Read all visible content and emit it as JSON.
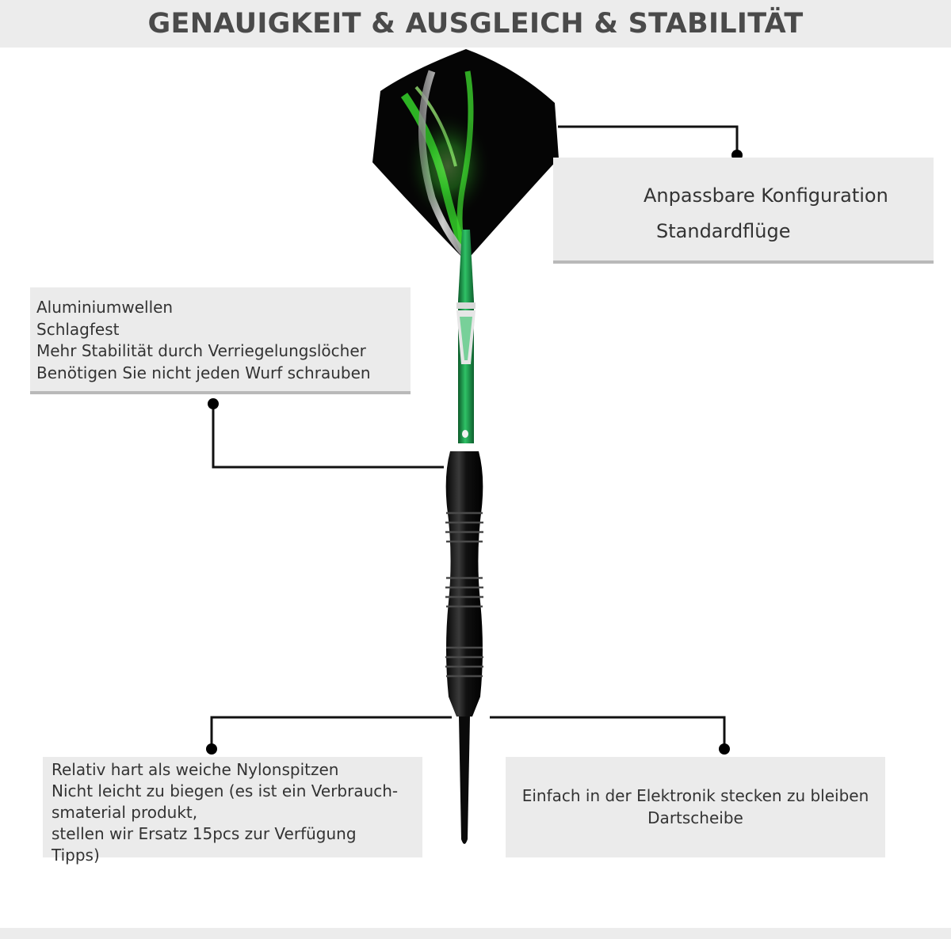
{
  "title": "GENAUIGKEIT & AUSGLEICH & STABILITÄT",
  "flight_callout": {
    "lines": [
      "Anpassbare Konfiguration",
      "Standardflüge"
    ],
    "icon": "dart-flight-icon"
  },
  "shaft_callout": {
    "lines": [
      "Aluminiumwellen",
      "Schlagfest",
      "Mehr Stabilität durch Verriegelungslöcher",
      "Benötigen Sie nicht jeden Wurf schrauben"
    ]
  },
  "tip_callout": {
    "lines": [
      "Relativ hart als weiche Nylonspitzen",
      "Nicht leicht zu biegen (es ist ein Verbrauch-",
      "smaterial produkt,",
      "stellen wir Ersatz 15pcs zur Verfügung",
      "Tipps)"
    ]
  },
  "electronic_callout": {
    "lines": [
      "Einfach in der Elektronik stecken zu bleiben",
      "Dartscheibe"
    ]
  },
  "colors": {
    "accent_green": "#2ecc40",
    "shaft_green": "#1e9a4a",
    "barrel_black": "#111111",
    "panel_gray": "#ebebeb"
  }
}
